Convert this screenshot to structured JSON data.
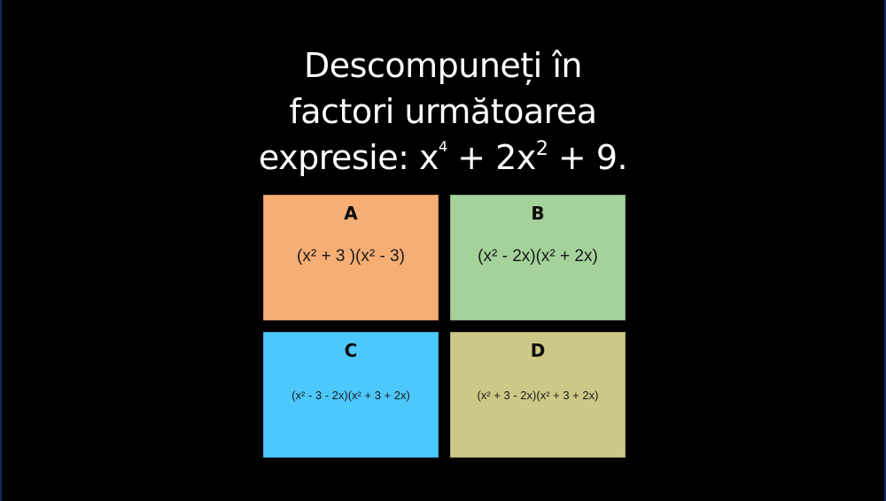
{
  "question": {
    "line1": "Descompuneți în",
    "line2": "factori următoarea",
    "line3_prefix": "expresie: x",
    "line3_exp1": "4",
    "line3_mid": " + 2x",
    "line3_exp2": "2",
    "line3_suffix": " + 9."
  },
  "options": [
    {
      "letter": "A",
      "text": "(x² + 3 )(x² - 3)",
      "color": "#f7ae75"
    },
    {
      "letter": "B",
      "text": "(x² - 2x)(x² + 2x)",
      "color": "#a5d29a"
    },
    {
      "letter": "C",
      "text": "(x² - 3 - 2x)(x² + 3 + 2x)",
      "color": "#4dc8fd"
    },
    {
      "letter": "D",
      "text": "(x² + 3 - 2x)(x² + 3 + 2x)",
      "color": "#cdc885"
    }
  ],
  "colors": {
    "background": "#000000",
    "question_text": "#ffffff",
    "frame_edge": "#0b2a5a"
  }
}
